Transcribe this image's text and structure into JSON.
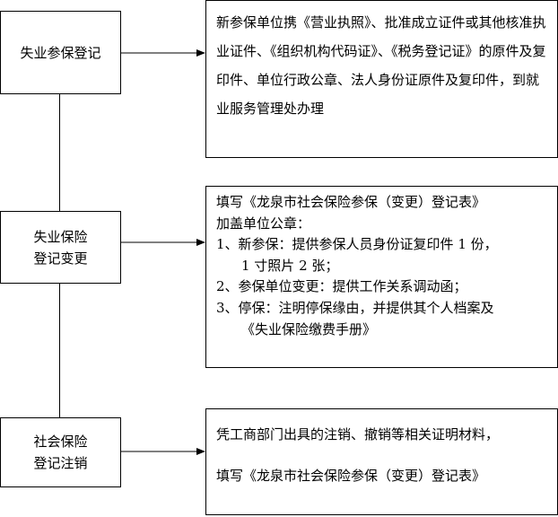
{
  "boxes": {
    "unemployment_registration": {
      "label_lines": [
        "失业参保登记"
      ],
      "detail": "新参保单位携《营业执照》、批准成立证件或其他核准执业证件、《组织机构代码证》、《税务登记证》的原件及复印件、单位行政公章、法人身份证原件及复印件，到就业服务管理处办理"
    },
    "unemployment_change": {
      "label_lines": [
        "失业保险",
        "登记变更"
      ],
      "detail_lines": [
        "填写《龙泉市社会保险参保（变更）登记表》",
        "加盖单位公章：",
        "1、新参保：提供参保人员身份证复印件 1 份，",
        "1 寸照片 2 张；",
        "2、参保单位变更：提供工作关系调动函；",
        "3、停保：注明停保缘由，并提供其个人档案及",
        "《失业保险缴费手册》"
      ]
    },
    "social_insurance_cancellation": {
      "label_lines": [
        "社会保险",
        "登记注销"
      ],
      "detail_lines": [
        "凭工商部门出具的注销、撤销等相关证明材料，",
        "填写《龙泉市社会保险参保（变更）登记表》"
      ]
    }
  }
}
